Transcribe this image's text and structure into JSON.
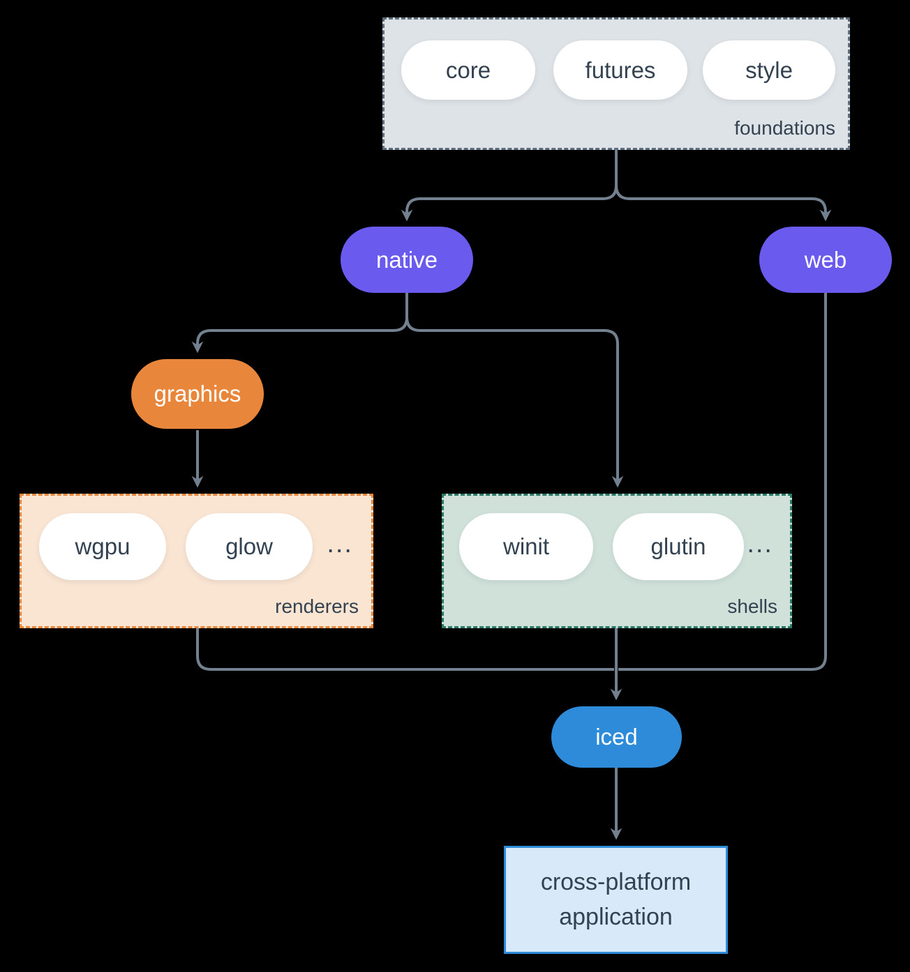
{
  "diagram": {
    "foundations": {
      "label": "foundations",
      "pills": [
        "core",
        "futures",
        "style"
      ]
    },
    "native": "native",
    "web": "web",
    "graphics": "graphics",
    "renderers": {
      "label": "renderers",
      "pills": [
        "wgpu",
        "glow"
      ],
      "more": "..."
    },
    "shells": {
      "label": "shells",
      "pills": [
        "winit",
        "glutin"
      ],
      "more": "..."
    },
    "iced": "iced",
    "app": "cross-platform application"
  },
  "colors": {
    "background": "#000000",
    "purple": "#6a5aee",
    "orange": "#e8873b",
    "blue": "#2e8bd9",
    "arrow": "#73808f",
    "text_dark": "#334250",
    "foundations_fill": "#dee3e7",
    "foundations_border": "#5f6e7e",
    "renderers_fill": "#fae5d3",
    "renderers_border": "#e8873b",
    "shells_fill": "#d0e1da",
    "shells_border": "#2b7a67",
    "app_fill": "#d8e9f9",
    "app_border": "#2e8bd9"
  }
}
